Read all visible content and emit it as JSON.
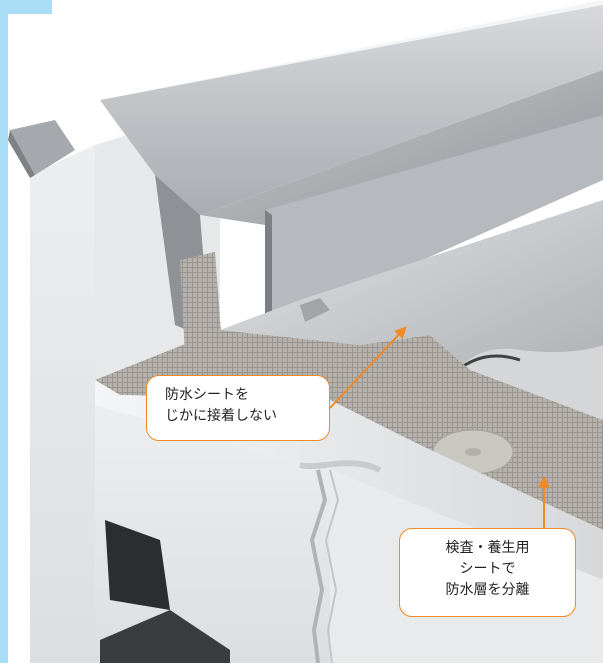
{
  "callouts": {
    "left": {
      "lines": [
        "防水シートを",
        "じかに接着しない"
      ]
    },
    "right": {
      "lines": [
        "検査・養生用",
        "シートで",
        "防水層を分離"
      ]
    }
  },
  "colors": {
    "accent": "#f08a24",
    "side_strip": "#a9dcf5",
    "foam": "#eef0f1",
    "metal": "#b9bcc0",
    "membrane": "#cfd2d4"
  },
  "icons": {
    "left_arrow": "arrow-up-right-icon",
    "right_arrow": "arrow-up-icon"
  }
}
